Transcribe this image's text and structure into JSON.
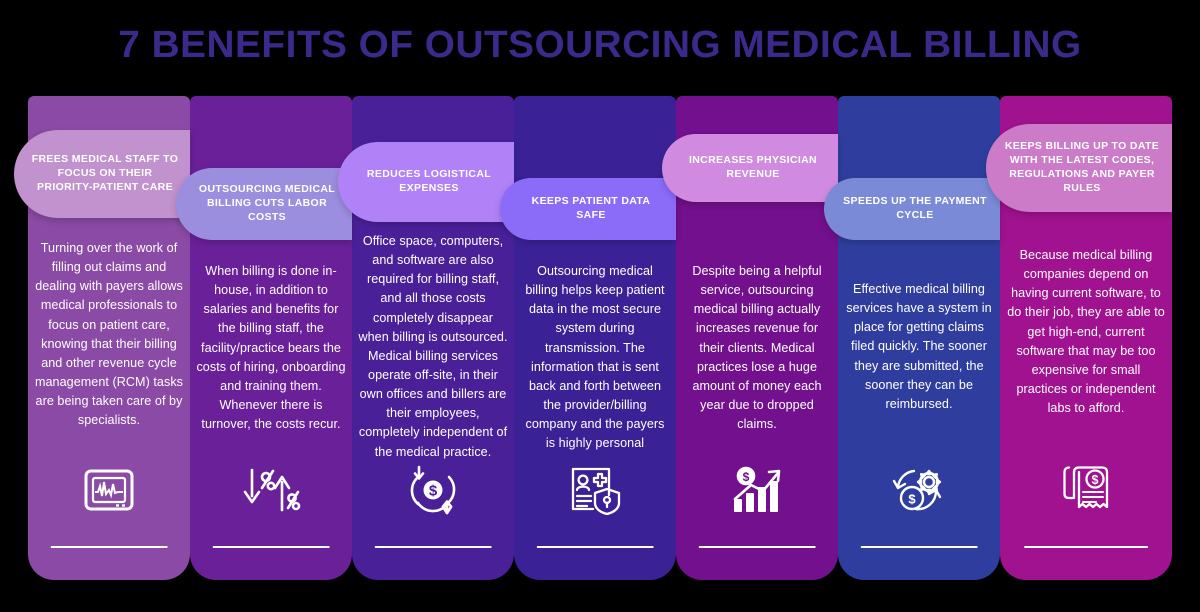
{
  "title": "7 BENEFITS OF OUTSOURCING MEDICAL BILLING",
  "title_color": "#3b2a8c",
  "background_color": "#000000",
  "columns": [
    {
      "index": 1,
      "badge_label": "FREES MEDICAL STAFF TO FOCUS ON THEIR PRIORITY-PATIENT CARE",
      "body": "Turning over the work of filling out claims and dealing with payers allows medical professionals to focus on patient care, knowing that their billing and other revenue cycle management (RCM) tasks are being taken care of by specialists.",
      "column_color": "#8a4aa5",
      "badge_color": "#c192cd",
      "icon": "ecg-monitor-icon"
    },
    {
      "index": 2,
      "badge_label": "OUTSOURCING MEDICAL BILLING CUTS LABOR COSTS",
      "body": "When billing is done in-house, in addition to salaries and benefits for the billing staff, the facility/practice bears the costs of hiring, onboarding and training them. Whenever there is turnover, the costs recur.",
      "column_color": "#6a2099",
      "badge_color": "#9b8ede",
      "icon": "percent-arrows-icon"
    },
    {
      "index": 3,
      "badge_label": "REDUCES LOGISTICAL EXPENSES",
      "body": "Office space, computers, and software are also required for billing staff, and all those costs completely disappear when billing is outsourced. Medical billing services operate off-site, in their own offices and billers are their employees, completely independent of the medical practice.",
      "column_color": "#4a2099",
      "badge_color": "#b181f7",
      "icon": "dollar-refresh-icon"
    },
    {
      "index": 4,
      "badge_label": "KEEPS PATIENT DATA SAFE",
      "body": "Outsourcing medical billing helps keep patient data in the most secure system during transmission. The information that is sent back and forth between the provider/billing company and the payers is highly personal",
      "column_color": "#3a2296",
      "badge_color": "#8a6cf9",
      "icon": "patient-record-shield-icon"
    },
    {
      "index": 5,
      "badge_label": "INCREASES PHYSICIAN REVENUE",
      "body": "Despite being a helpful service, outsourcing medical billing actually increases revenue for their clients. Medical practices lose a huge amount of money each year due to dropped claims.",
      "column_color": "#72108e",
      "badge_color": "#d08be0",
      "icon": "revenue-growth-icon"
    },
    {
      "index": 6,
      "badge_label": "SPEEDS UP THE PAYMENT CYCLE",
      "body": "Effective medical billing services have a system in place for getting claims filed quickly. The sooner they are submitted, the sooner they can be reimbursed.",
      "column_color": "#2f3e9e",
      "badge_color": "#7b8ad6",
      "icon": "payment-cycle-gear-icon"
    },
    {
      "index": 7,
      "badge_label": "KEEPS BILLING UP TO DATE WITH THE LATEST CODES, REGULATIONS AND PAYER RULES",
      "body": "Because medical billing companies depend on having current software, to do their job, they are able to get high-end, current software that may be too expensive for small practices or independent labs to afford.",
      "column_color": "#a0128f",
      "badge_color": "#cb7bc8",
      "icon": "invoice-dollar-icon"
    }
  ]
}
